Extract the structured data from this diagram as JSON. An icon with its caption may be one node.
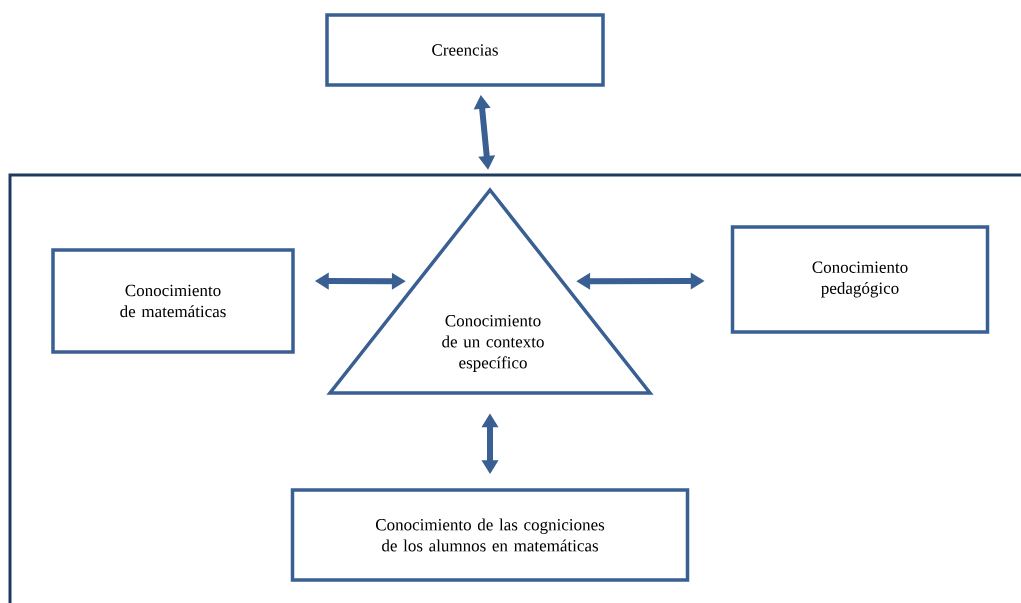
{
  "diagram": {
    "nodes": [
      {
        "text": [
          "Creencias"
        ]
      },
      {
        "text": [
          "Conocimiento de matemáticas"
        ]
      },
      {
        "text": [
          "Conocimiento de un contexto específico"
        ]
      },
      {
        "text": [
          "Conocimiento pedagógico"
        ]
      },
      {
        "text": [
          "Conocimiento de las cogniciones de los alumnos en matemáticas"
        ]
      }
    ],
    "edges": [
      {
        "from": 0,
        "to": 2,
        "arrow": "both"
      },
      {
        "from": 1,
        "to": 2,
        "arrow": "both"
      },
      {
        "from": 2,
        "to": 3,
        "arrow": "both"
      },
      {
        "from": 2,
        "to": 4,
        "arrow": "both"
      }
    ]
  }
}
